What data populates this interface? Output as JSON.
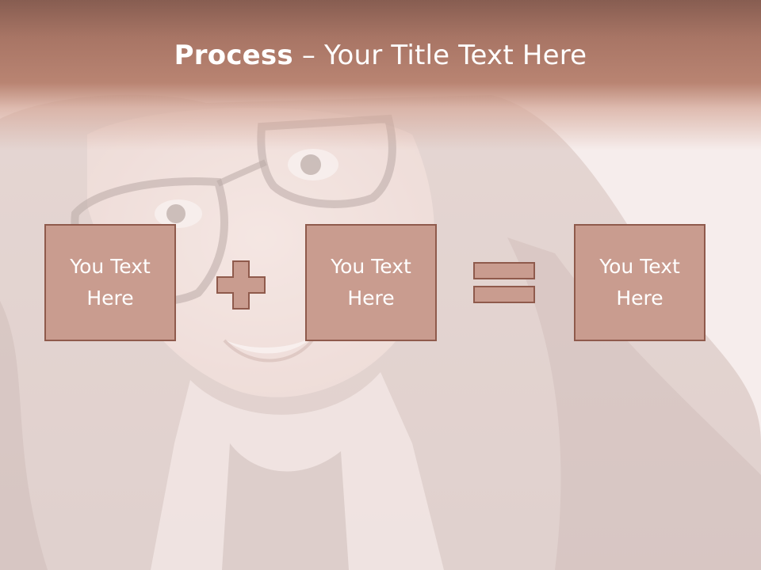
{
  "title": {
    "bold": "Process",
    "separator": " – ",
    "rest": "Your Title Text Here"
  },
  "boxes": [
    {
      "label": "You Text\nHere"
    },
    {
      "label": "You Text\nHere"
    },
    {
      "label": "You Text\nHere"
    }
  ],
  "operators": {
    "plus": "plus-icon",
    "equals": "equals-icon"
  },
  "colors": {
    "accent": "#b98472",
    "box_fill": "#c99c8f",
    "box_border": "#8f5a4c",
    "title_text": "#ffffff"
  }
}
